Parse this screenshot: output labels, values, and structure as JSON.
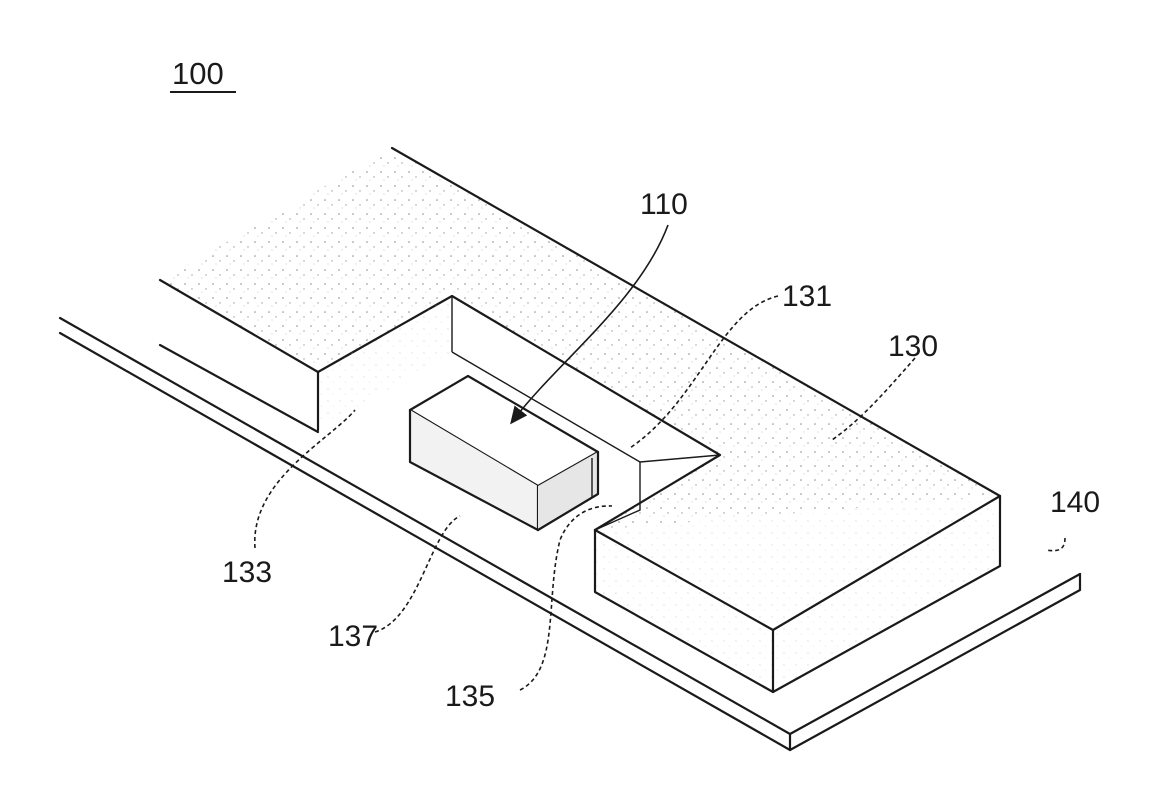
{
  "figure": {
    "number": "100",
    "labels": {
      "chip": "110",
      "recess_wall": "131",
      "housing": "130",
      "step_left": "133",
      "step_right": "135",
      "recess_floor": "137",
      "substrate": "140"
    }
  }
}
